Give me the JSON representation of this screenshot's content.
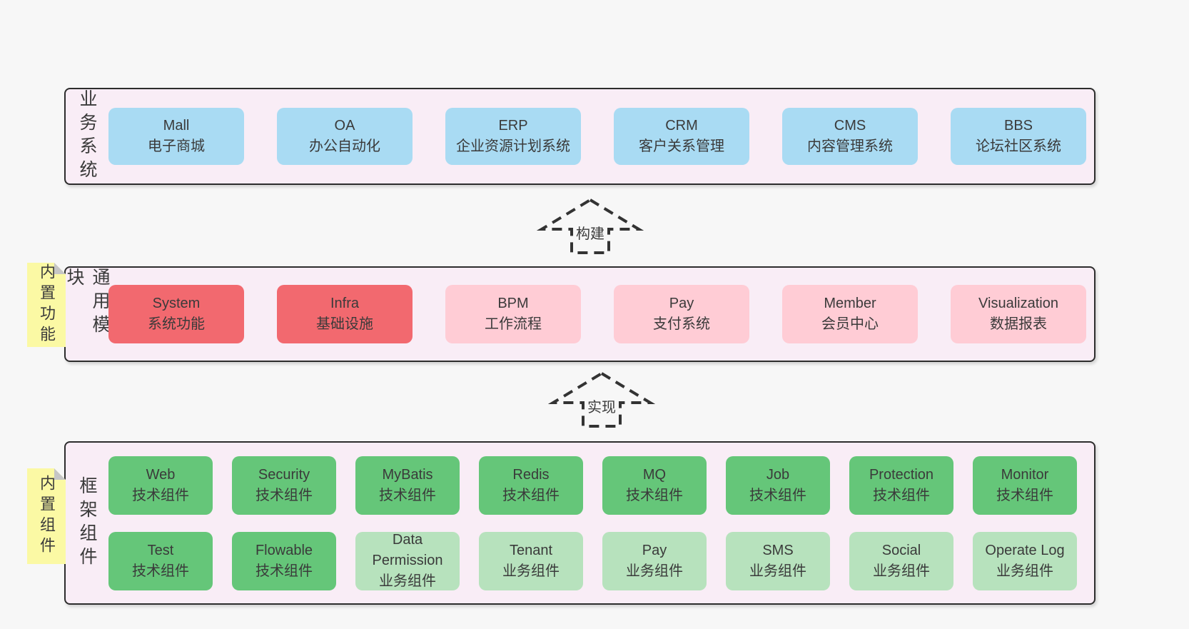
{
  "colors": {
    "page_bg": "#f7f7f7",
    "band_bg": "#f9edf6",
    "band_border": "#2d2d2d",
    "box_blue": "#a9dbf3",
    "box_red": "#f2696f",
    "box_pink": "#ffccd5",
    "box_green": "#65c679",
    "box_light_green": "#b7e2bd",
    "tag_yellow": "#fbf9a4"
  },
  "arrows": [
    {
      "label": "构建"
    },
    {
      "label": "实现"
    }
  ],
  "layers": [
    {
      "label": "业务系统",
      "boxes": [
        {
          "title": "Mall",
          "subtitle": "电子商城",
          "variant": "blue"
        },
        {
          "title": "OA",
          "subtitle": "办公自动化",
          "variant": "blue"
        },
        {
          "title": "ERP",
          "subtitle": "企业资源计划系统",
          "variant": "blue"
        },
        {
          "title": "CRM",
          "subtitle": "客户关系管理",
          "variant": "blue"
        },
        {
          "title": "CMS",
          "subtitle": "内容管理系统",
          "variant": "blue"
        },
        {
          "title": "BBS",
          "subtitle": "论坛社区系统",
          "variant": "blue"
        }
      ]
    },
    {
      "label": "通用模块",
      "tag": "内置功能",
      "boxes": [
        {
          "title": "System",
          "subtitle": "系统功能",
          "variant": "red"
        },
        {
          "title": "Infra",
          "subtitle": "基础设施",
          "variant": "red"
        },
        {
          "title": "BPM",
          "subtitle": "工作流程",
          "variant": "pink"
        },
        {
          "title": "Pay",
          "subtitle": "支付系统",
          "variant": "pink"
        },
        {
          "title": "Member",
          "subtitle": "会员中心",
          "variant": "pink"
        },
        {
          "title": "Visualization",
          "subtitle": "数据报表",
          "variant": "pink"
        }
      ]
    },
    {
      "label": "框架组件",
      "tag": "内置组件",
      "rows": [
        [
          {
            "title": "Web",
            "subtitle": "技术组件",
            "variant": "green"
          },
          {
            "title": "Security",
            "subtitle": "技术组件",
            "variant": "green"
          },
          {
            "title": "MyBatis",
            "subtitle": "技术组件",
            "variant": "green"
          },
          {
            "title": "Redis",
            "subtitle": "技术组件",
            "variant": "green"
          },
          {
            "title": "MQ",
            "subtitle": "技术组件",
            "variant": "green"
          },
          {
            "title": "Job",
            "subtitle": "技术组件",
            "variant": "green"
          },
          {
            "title": "Protection",
            "subtitle": "技术组件",
            "variant": "green"
          },
          {
            "title": "Monitor",
            "subtitle": "技术组件",
            "variant": "green"
          }
        ],
        [
          {
            "title": "Test",
            "subtitle": "技术组件",
            "variant": "green"
          },
          {
            "title": "Flowable",
            "subtitle": "技术组件",
            "variant": "green"
          },
          {
            "title": "Data Permission",
            "subtitle": "业务组件",
            "variant": "lightgreen"
          },
          {
            "title": "Tenant",
            "subtitle": "业务组件",
            "variant": "lightgreen"
          },
          {
            "title": "Pay",
            "subtitle": "业务组件",
            "variant": "lightgreen"
          },
          {
            "title": "SMS",
            "subtitle": "业务组件",
            "variant": "lightgreen"
          },
          {
            "title": "Social",
            "subtitle": "业务组件",
            "variant": "lightgreen"
          },
          {
            "title": "Operate Log",
            "subtitle": "业务组件",
            "variant": "lightgreen"
          }
        ]
      ]
    }
  ]
}
